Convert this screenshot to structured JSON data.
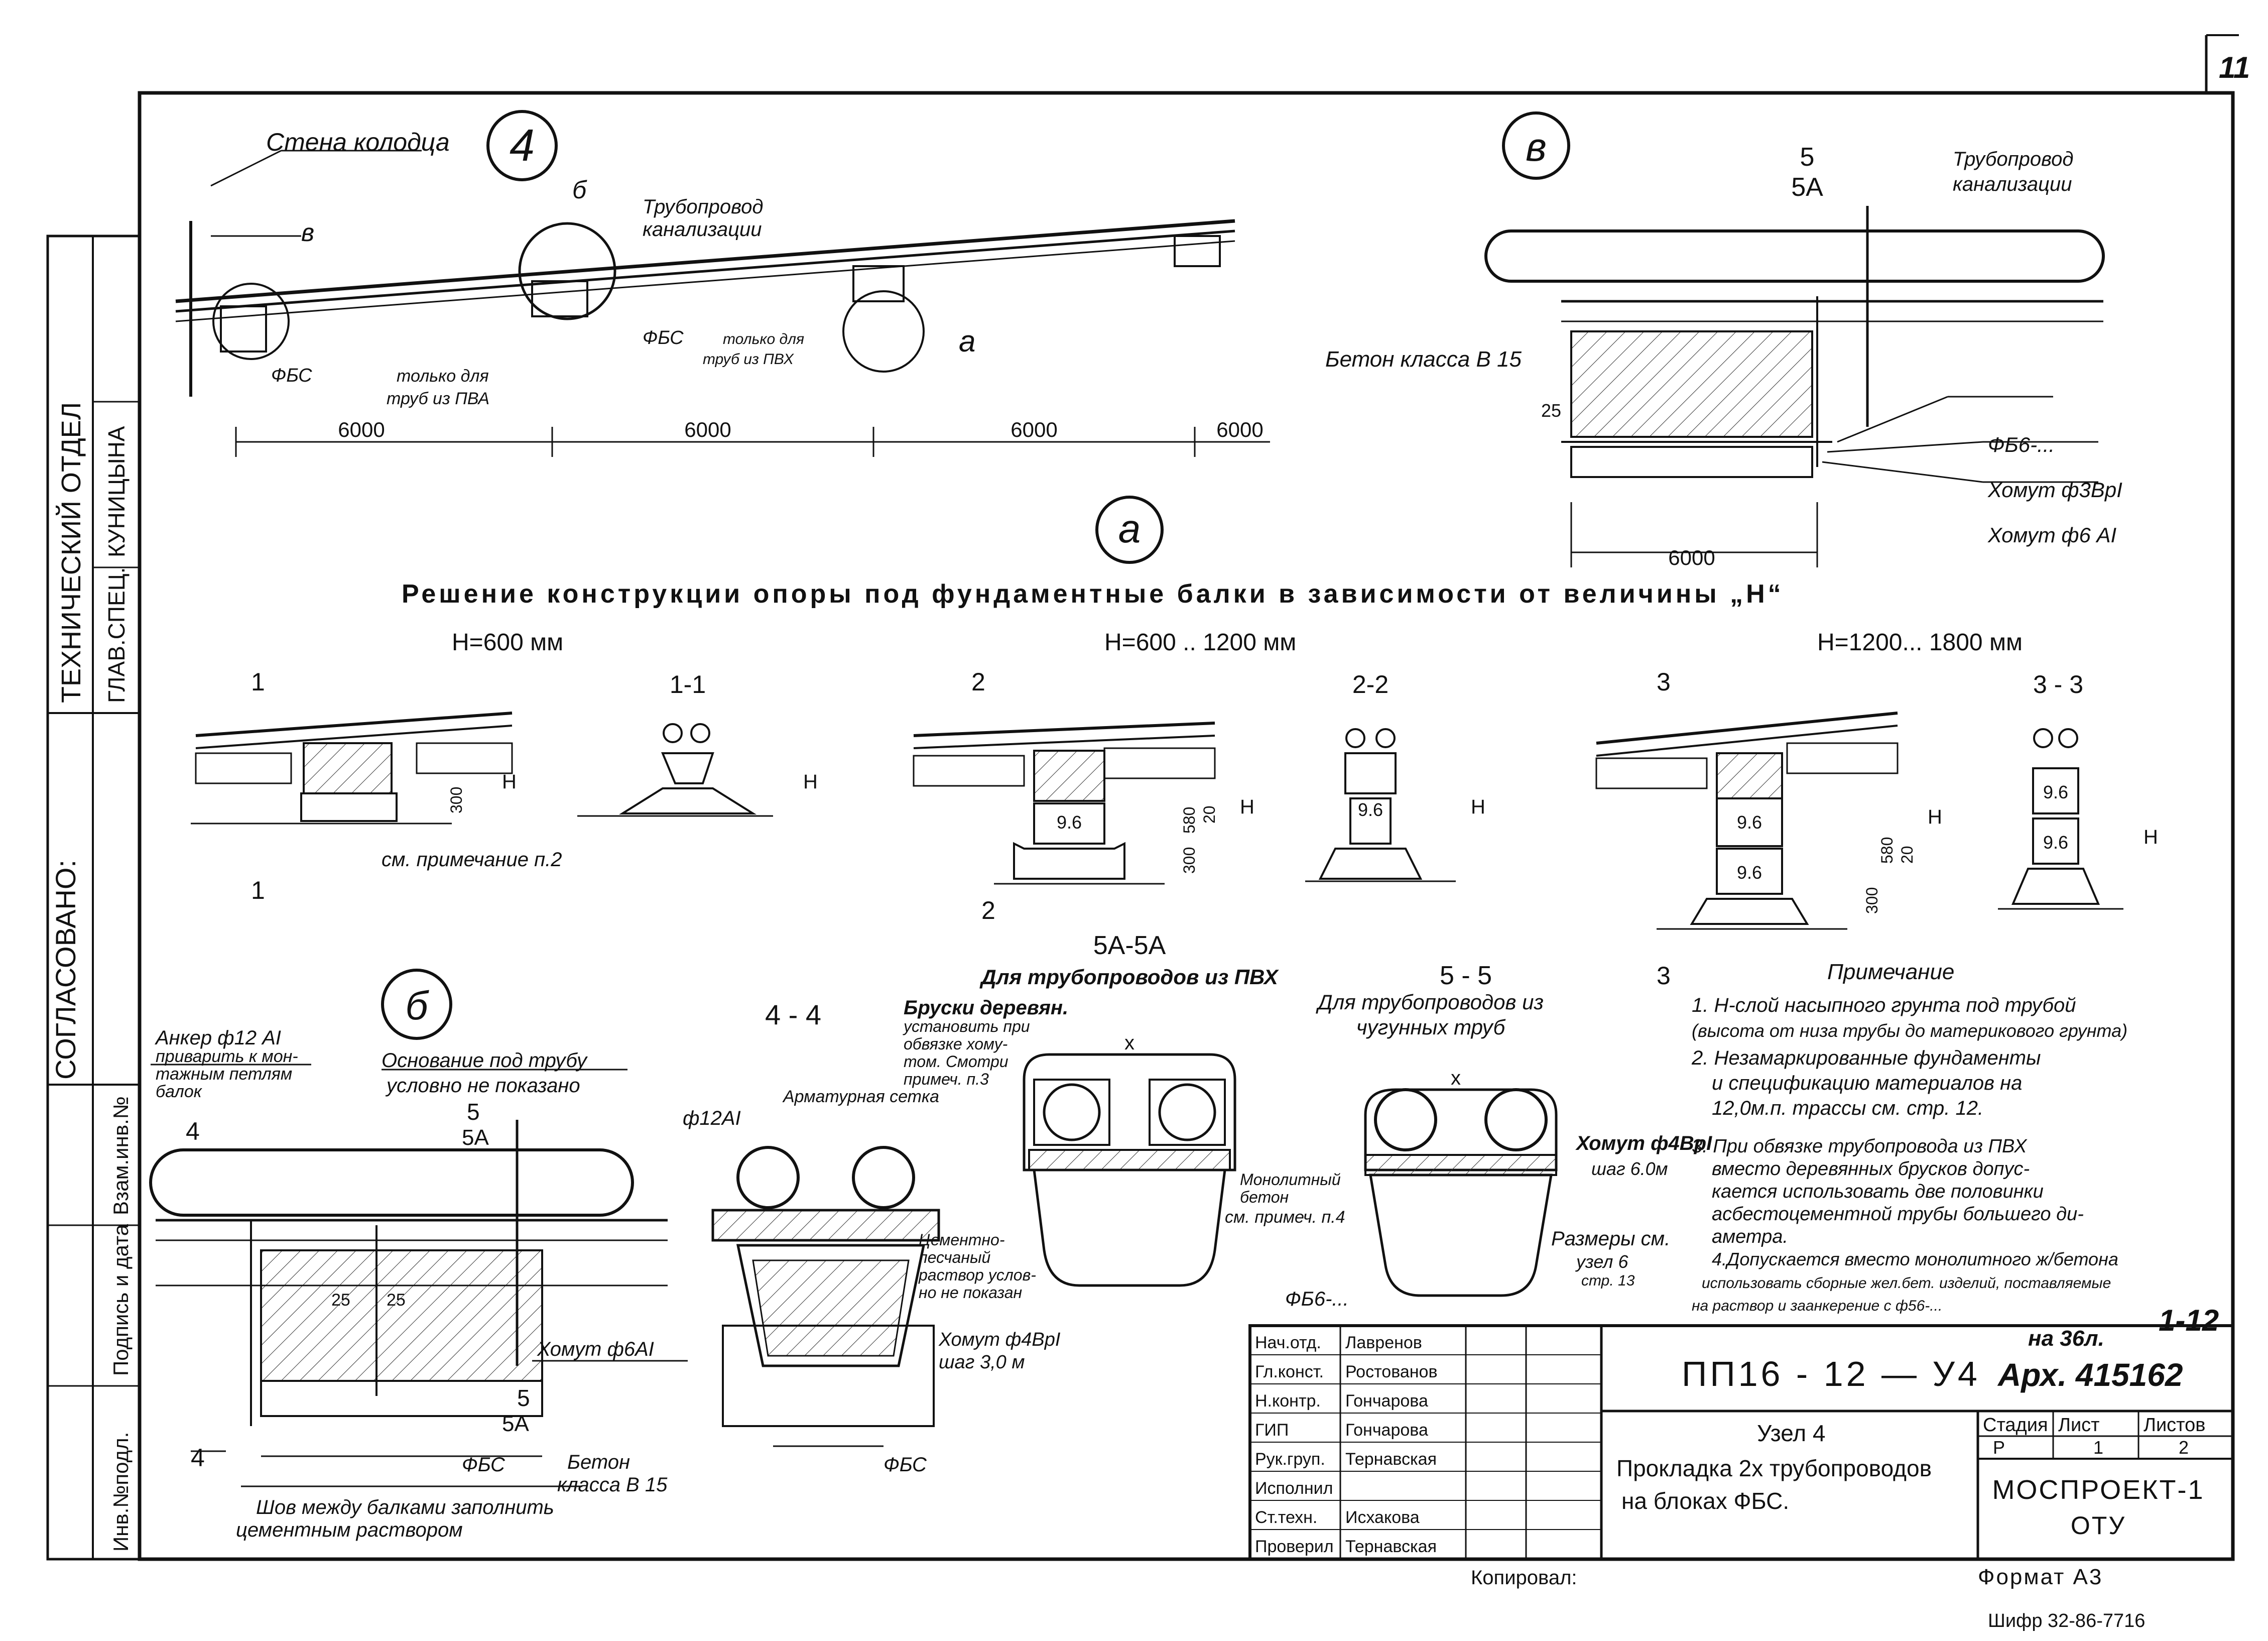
{
  "sheet_corner": "11",
  "side_stamp": {
    "dept": "ТЕХНИЧЕСКИЙ ОТДЕЛ",
    "post": "ГЛАВ.СПЕЦ.",
    "name": "КУНИЦЫНА",
    "agreed": "СОГЛАСОВАНО:",
    "f1": "Инв.№подл.",
    "f2": "Подпись и дата",
    "f3": "Взам.инв.№"
  },
  "node4": {
    "marker": "4",
    "wall": "Стена колодца",
    "pipeline1": "Трубопровод",
    "pipeline2": "канализации",
    "b": "в",
    "d": "б",
    "a": "а",
    "fbs": "ФБС",
    "only_pva1": "только для",
    "only_pva2": "труб из ПВА",
    "only_pvh1": "только для",
    "only_pvh2": "труб из ПВХ",
    "dims": [
      "6000",
      "6000",
      "6000",
      "6000"
    ]
  },
  "detail_v": {
    "marker": "в",
    "sec_top": "5",
    "sec_bot": "5А",
    "pipeline1": "Трубопровод",
    "pipeline2": "канализации",
    "concrete": "Бетон класса В 15",
    "d25": "25",
    "fbs": "ФБ6-...",
    "clamp1": "Хомут ф3ВрI",
    "clamp2": "Хомут ф6 АI",
    "dim": "6000"
  },
  "detail_a": {
    "marker": "а",
    "title": "Решение конструкции опоры под фундаментные балки в зависимости от величины „Н“",
    "h1": "Н=600 мм",
    "h2": "Н=600 .. 1200 мм",
    "h3": "Н=1200... 1800 мм",
    "s11": "1-1",
    "s22": "2-2",
    "s33": "3 - 3",
    "n1": "1",
    "n2": "2",
    "n3": "3",
    "h": "Н",
    "d300": "300",
    "d580": "580",
    "d20": "20",
    "block": "9.6",
    "note_ref": "см. примечание п.2"
  },
  "detail_b": {
    "marker": "б",
    "anchor1": "Анкер ф12 АI",
    "anchor2": "приварить к мон-",
    "anchor3": "тажным петлям",
    "anchor4": "балок",
    "base1": "Основание под трубу",
    "base2": "условно не показано",
    "n4": "4",
    "n5": "5",
    "n5a": "5А",
    "d25": "25",
    "clamp": "Хомут ф6АI",
    "fbs": "ФБС",
    "concrete1": "Бетон",
    "concrete2": "класса В 15",
    "seam1": "Шов между балками заполнить",
    "seam2": "цементным раствором"
  },
  "section44": {
    "title": "4 - 4",
    "rebar": "ф12АI",
    "mesh": "Арматурная сетка",
    "mortar1": "Цементно-",
    "mortar2": "песчаный",
    "mortar3": "раствор услов-",
    "mortar4": "но не показан",
    "clamp1": "Хомут ф4ВрI",
    "clamp2": "шаг 3,0 м",
    "fbs": "ФБС"
  },
  "section5a": {
    "title": "5А-5А",
    "sub": "Для трубопроводов из ПВХ",
    "bars1": "Бруски деревян.",
    "bars2": "установить при",
    "bars3": "обвязке хому-",
    "bars4": "том. Смотри",
    "bars5": "примеч. п.3",
    "x": "x",
    "mono1": "Монолитный",
    "mono2": "бетон",
    "mono3": "см. примеч. п.4"
  },
  "section55": {
    "title": "5 - 5",
    "sub1": "Для трубопроводов из",
    "sub2": "чугунных труб",
    "x": "x",
    "clamp1": "Хомут ф4ВрI",
    "clamp2": "шаг 6.0м",
    "size1": "Размеры см.",
    "size2": "узел 6",
    "size3": "стр. 13",
    "fbs": "ФБ6-..."
  },
  "notes": {
    "title": "Примечание",
    "lines": [
      "1. Н-слой насыпного грунта под трубой",
      "(высота от низа трубы до материкового грунта)",
      "2. Незамаркированные фундаменты",
      "и спецификацию материалов на",
      "12,0м.п. трассы см. стр. 12.",
      "3. При обвязке трубопровода из ПВХ",
      "вместо деревянных брусков допус-",
      "кается использовать две половинки",
      "асбестоцементной трубы большего ди-",
      "аметра.",
      "4.Допускается вместо монолитного ж/бетона",
      "использовать сборные жел.бет. изделий, поставляемые",
      "на раствор и заанкерение с ф56-..."
    ]
  },
  "stamp": {
    "rows": [
      {
        "role": "Нач.отд.",
        "name": "Лавренов"
      },
      {
        "role": "Гл.конст.",
        "name": "Ростованов"
      },
      {
        "role": "Н.контр.",
        "name": "Гончарова"
      },
      {
        "role": "ГИП",
        "name": "Гончарова"
      },
      {
        "role": "Рук.груп.",
        "name": "Тернавская"
      },
      {
        "role": "Исполнил",
        "name": ""
      },
      {
        "role": "Ст.техн.",
        "name": "Исхакова"
      },
      {
        "role": "Проверил",
        "name": "Тернавская"
      }
    ],
    "code": "ПП16 - 12 — У4",
    "sheets_note": "на 36л.",
    "archive": "Арх. 415162",
    "sheet_mark": "1-12",
    "node": "Узел 4",
    "desc1": "Прокладка 2х трубопроводов",
    "desc2": "на блоках ФБС.",
    "h_stage": "Стадия",
    "h_sheet": "Лист",
    "h_sheets": "Листов",
    "stage": "Р",
    "sheet": "1",
    "sheets": "2",
    "org1": "МОСПРОЕКТ-1",
    "org2": "ОТУ",
    "copied": "Копировал:",
    "format": "Формат А3",
    "cipher": "Шифр 32-86-7716"
  }
}
